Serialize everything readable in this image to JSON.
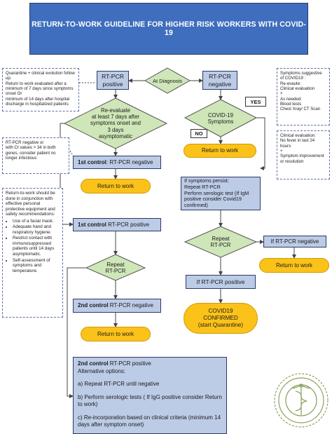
{
  "title": "RETURN-TO-WORK GUIDELINE FOR HIGHER RISK WORKERS  WITH COVID-19",
  "diagnosis": "At Diagnosis",
  "pcr_positive": [
    "RT-PCR",
    "positive"
  ],
  "pcr_negative": [
    "RT-PCR",
    "negative"
  ],
  "reevaluate": [
    "Re-evaluate",
    "at least 7 days after",
    "symptoms onset and",
    "3 days",
    "asymptomatic"
  ],
  "covid_symptoms": [
    "COVID-19",
    "Symptoms"
  ],
  "yes_label": "YES",
  "no_label": "NO",
  "first_control_neg": {
    "bold": "1st control",
    "rest": ": RT-PCR negative"
  },
  "return_to_work": "Return to work",
  "first_control_pos": {
    "bold": "1st control",
    "rest": " RT-PCR positive"
  },
  "repeat_pcr": [
    "Repeat",
    "RT-PCR"
  ],
  "second_control_neg": {
    "bold": "2nd control",
    "rest": " RT-PCR negative"
  },
  "if_persist": [
    "If symptoms persist:",
    "Repeat RT-PCR",
    "Perform serologic test (If IgM",
    "positive consider Covid19",
    "confirmed)"
  ],
  "if_pcr_negative": "If RT-PCR negative",
  "if_pcr_positive": "If RT-PCR positive",
  "confirmed": [
    "COVID19",
    "CONFIRMED",
    "(start Quarantine)"
  ],
  "bottom": {
    "line1_bold": "2nd control",
    "line1_rest": " RT-PCR positive",
    "line2": "Alternative options:",
    "a": "a) Repeat  RT-PCR until negative",
    "b": "b) Perform serologic tests ( If IgG positive consider Return to work)",
    "c": "c) Re-incorporation based on clinical criteria (minimum 14 days after symptom onset)"
  },
  "notes": {
    "quarantine": [
      "Quarantine + clinical evolution follow up.",
      "Return to work evaluated after a minimum of 7 days since symptoms onset  Or",
      "minimum of 14 days after hospital discharge in hospitalized patients"
    ],
    "rtpcr_neg": [
      "RT-PCR negative or",
      "with Ct values > 34 in both genes, consider patient no longer infectious"
    ],
    "rtw_intro": "Return-to-work should be done in conjunction with effective personal protective equipment and safety recommendations:",
    "rtw_items": [
      "Use of a facial mask.",
      "Adequate hand and respiratory hygiene.",
      "Restrict contact with immunosuppressed patients until 14 days asymptomatic.",
      "Self-assessment of symptoms and temperature."
    ],
    "symptoms": [
      "Symptoms suggestive of COVID19 :",
      "Re-evaute:",
      "Clinical evaluation",
      "+",
      "As needed:",
      "Blood tests",
      "Chest Xray/ CT Scan"
    ],
    "clinical": [
      "Clinical evaluation:",
      "No fever in last 24 hours",
      "+",
      "Symptom improvement  or resolution"
    ]
  },
  "colors": {
    "title_bg": "#3e6ebd",
    "box_bg": "#bccbe6",
    "diamond_bg": "#cfe6b8",
    "oval_bg": "#fbc21a",
    "line": "#444444"
  }
}
